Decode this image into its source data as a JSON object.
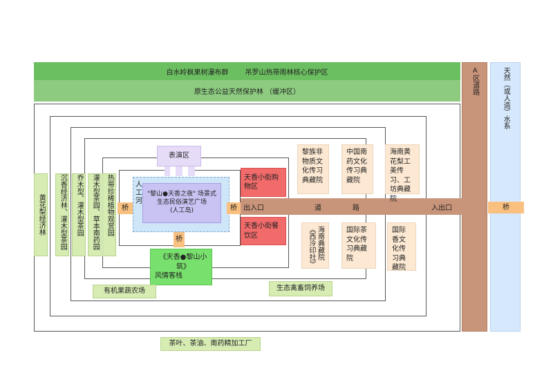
{
  "top_band": {
    "line1_left": "白水岭枫果树瀑布群",
    "line1_right": "吊罗山热带雨林核心保护区",
    "line2": "原生态公益天然保护林 （缓冲区）",
    "color_dark": "#6cbf61",
    "color_light": "#8dcc80"
  },
  "right_strips": {
    "road": "A区道路",
    "water": "天然（或人造）水系",
    "road_color": "#c9957a",
    "water_color": "#d6e8fb"
  },
  "left_columns": {
    "huanghuali": "黄花梨经济林",
    "chenxiang": "沉香经济林、灌木型茶园",
    "qiaomu": "乔木型、灌木型茶园",
    "guanmu": "灌木型茶园、草本南药园",
    "redai": "热带珍稀植物观赏园"
  },
  "center": {
    "performance": "表演区",
    "river": "人工河",
    "plaza_line1": "\"黎山●天香之夜\" 场景式",
    "plaza_line2": "生态民俗演艺广场",
    "plaza_line3": "(人工岛)",
    "inn_line1": "《天香●黎山小筑》",
    "inn_line2": "风情客栈",
    "shopping": "天香小街购物区",
    "dining": "天香小街餐饮区"
  },
  "bridges": {
    "left": "桥",
    "right": "桥",
    "bottom": "桥",
    "far_right": "桥"
  },
  "road": {
    "exit": "出入口",
    "dao": "道",
    "lu": "路",
    "entrance": "入出口"
  },
  "museums": {
    "li_intangible": "黎族非物质文化传习典藏院",
    "chinese_medicine": "中国南药文化传习典藏院",
    "hainan_huali": "海南黄花梨工美传习、工坊典藏院",
    "hainan_classics": "海南典藏院《西泠印社》",
    "intl_tea": "国际茶文化传习典藏院",
    "intl_incense": "国际香文化传习典藏院"
  },
  "farms": {
    "organic": "有机果蔬农场",
    "poultry": "生态禽畜饲养场",
    "factory": "茶叶、茶油、南药精加工厂"
  }
}
